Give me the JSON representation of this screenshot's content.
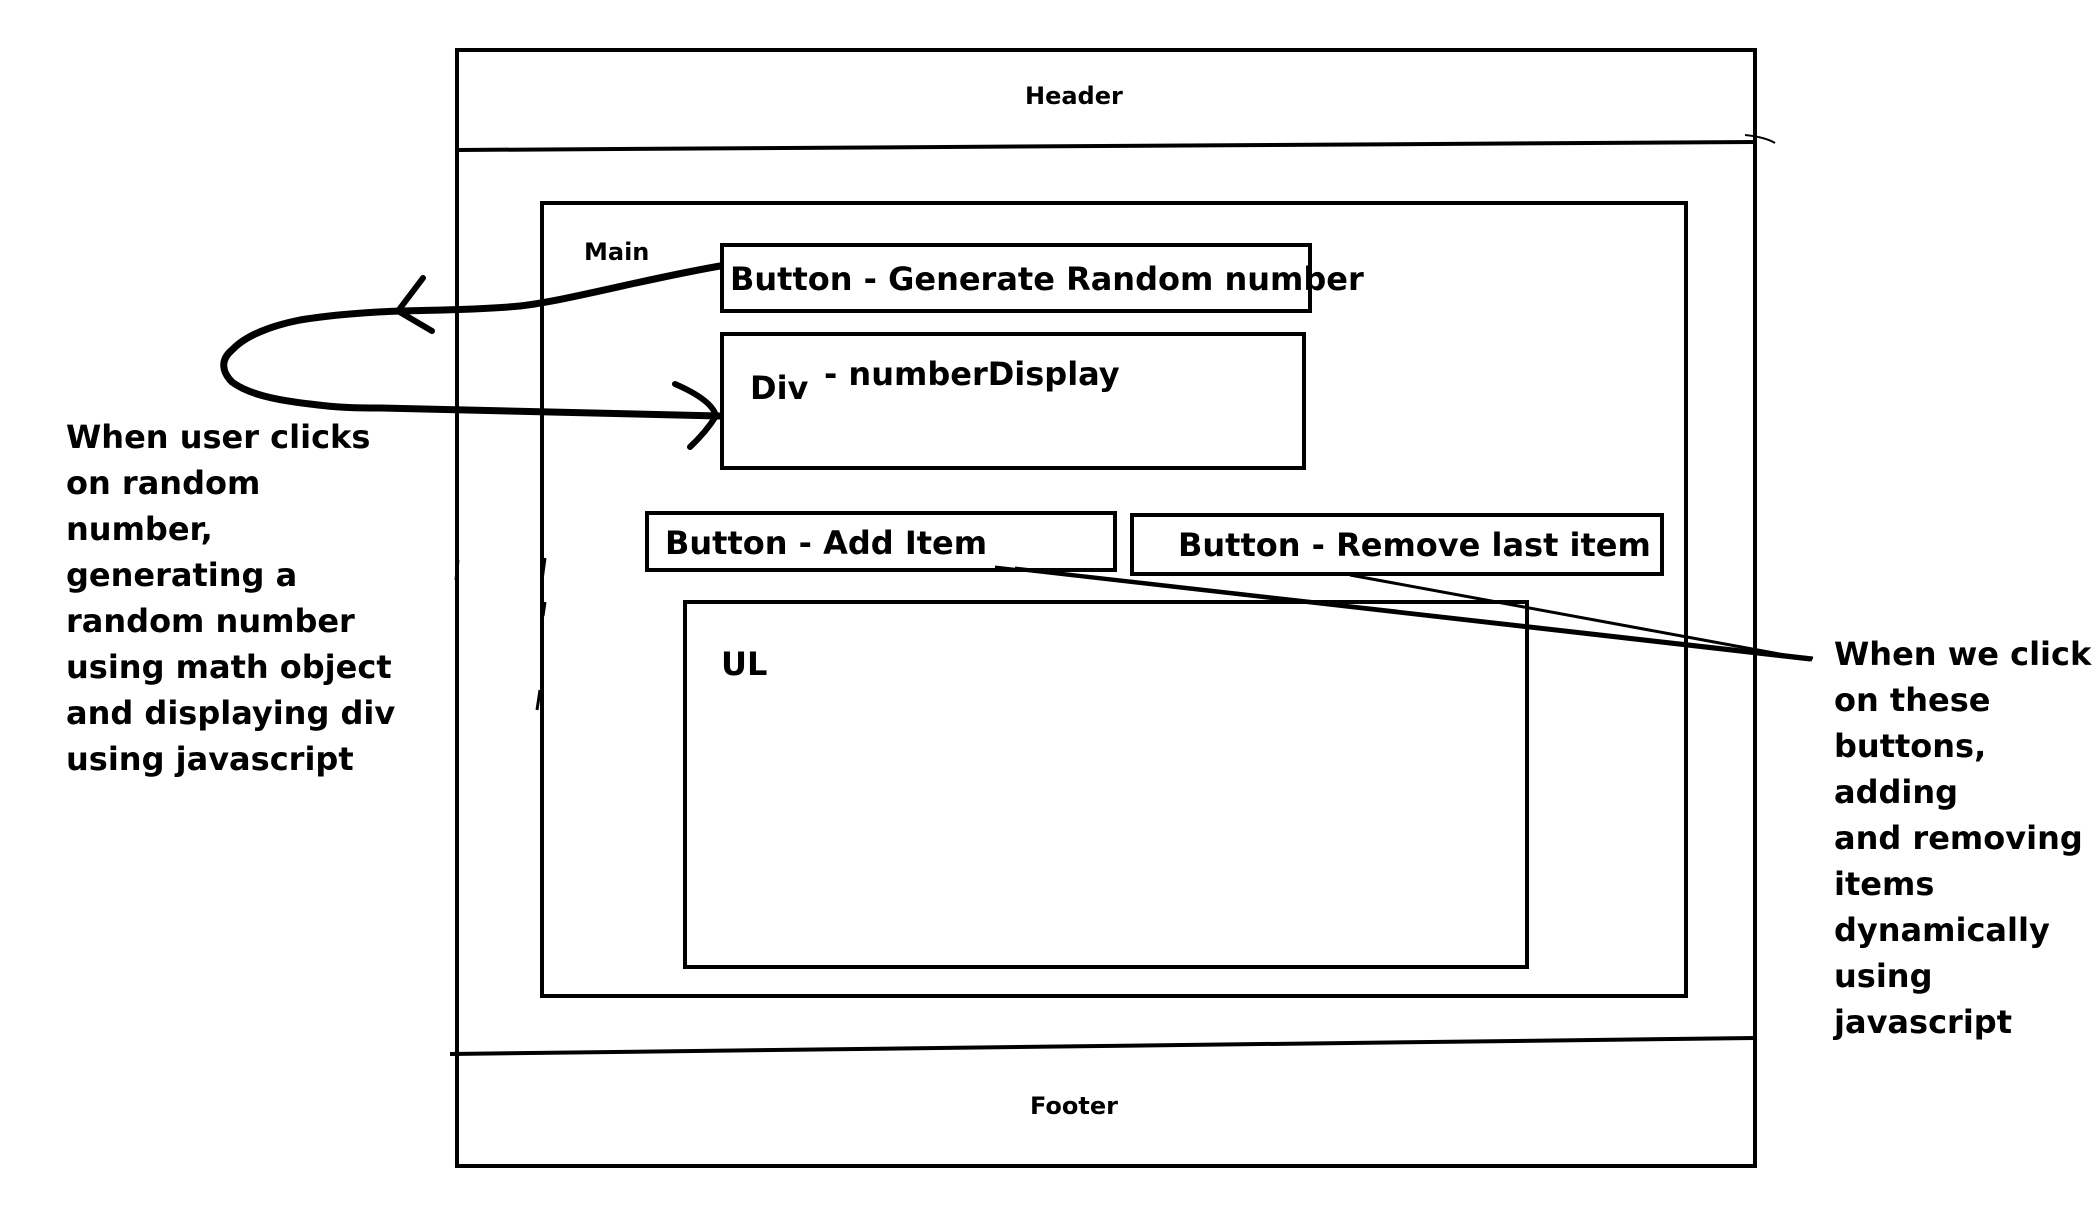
{
  "page": {
    "header": "Header",
    "main": "Main",
    "footer": "Footer"
  },
  "controls": {
    "random_button": "Button - Generate Random number",
    "number_display_div": "Div",
    "number_display_id": "- numberDisplay",
    "add_button": "Button - Add Item",
    "remove_button": "Button - Remove last item",
    "list": "UL"
  },
  "annotations": {
    "left": "When user clicks\non random\nnumber,\ngenerating a\nrandom number\nusing math object\nand displaying div\nusing javascript",
    "right": "When we click\non these\nbuttons, adding\nand removing\nitems\ndynamically\nusing javascript"
  },
  "colors": {
    "ink": "#000000",
    "paper": "#ffffff"
  }
}
